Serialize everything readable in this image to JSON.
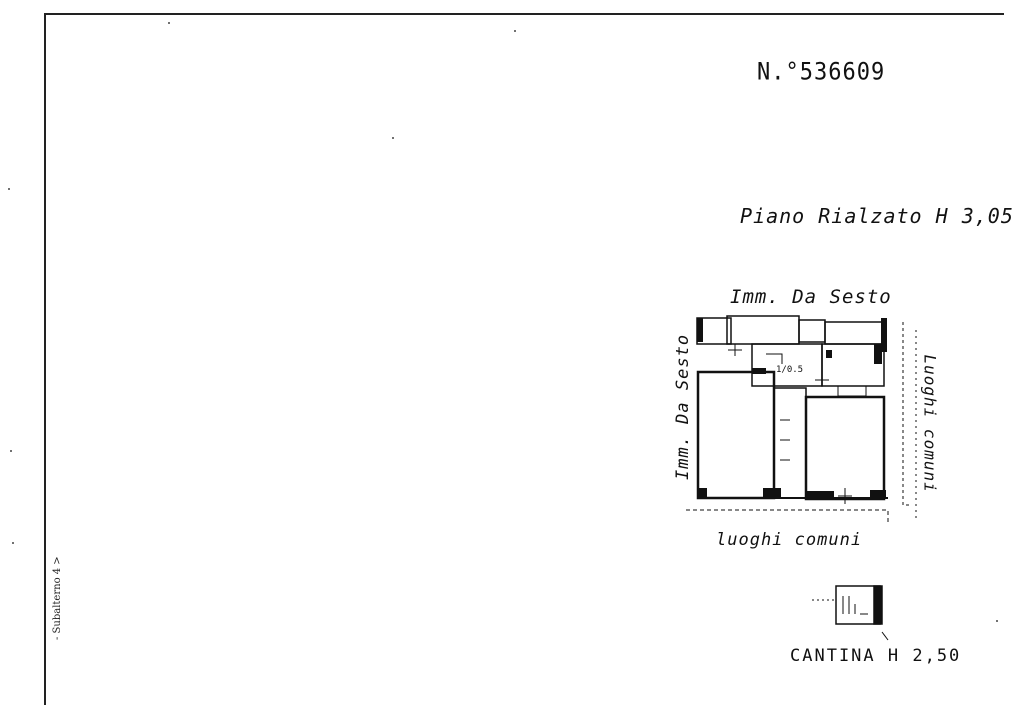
{
  "document": {
    "number": "N.°536609",
    "floor_label": "Piano Rialzato H 3,05",
    "top_neighbor": "Imm. Da Sesto",
    "left_neighbor": "Imm. Da Sesto",
    "right_common": "Luoghi comuni",
    "bottom_common": "luoghi comuni",
    "cellar_label": "CANTINA  H 2,50",
    "margin_note": "- Subalterno 4 >"
  }
}
